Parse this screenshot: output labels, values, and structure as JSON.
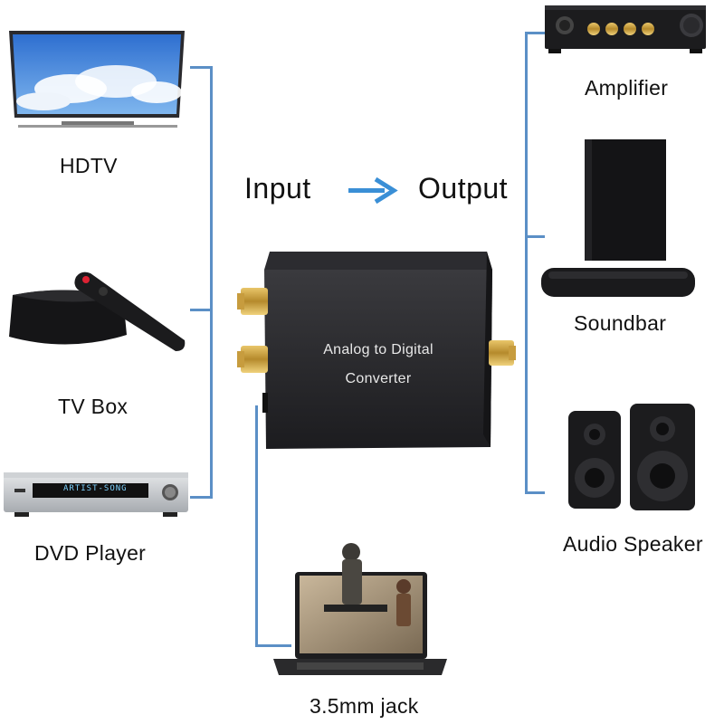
{
  "diagram": {
    "header": {
      "input_label": "Input",
      "output_label": "Output"
    },
    "converter": {
      "line1": "Analog to Digital",
      "line2": "Converter"
    },
    "inputs": {
      "hdtv": "HDTV",
      "tv_box": "TV Box",
      "dvd_player": "DVD Player",
      "jack": "3.5mm jack"
    },
    "outputs": {
      "amplifier": "Amplifier",
      "soundbar": "Soundbar",
      "audio_speaker": "Audio Speaker"
    },
    "device_text": {
      "dvd_display": "ARTIST-SONG"
    },
    "colors": {
      "connector_line": "#5b8fc6",
      "arrow": "#3a8fd6",
      "device_body": "#1f1f22"
    },
    "icons": [
      "tv-icon",
      "tv-box-icon",
      "remote-icon",
      "dvd-player-icon",
      "laptop-icon",
      "amplifier-icon",
      "subwoofer-icon",
      "soundbar-icon",
      "speaker-icon",
      "rca-connector-icon",
      "arrow-right-icon"
    ]
  }
}
